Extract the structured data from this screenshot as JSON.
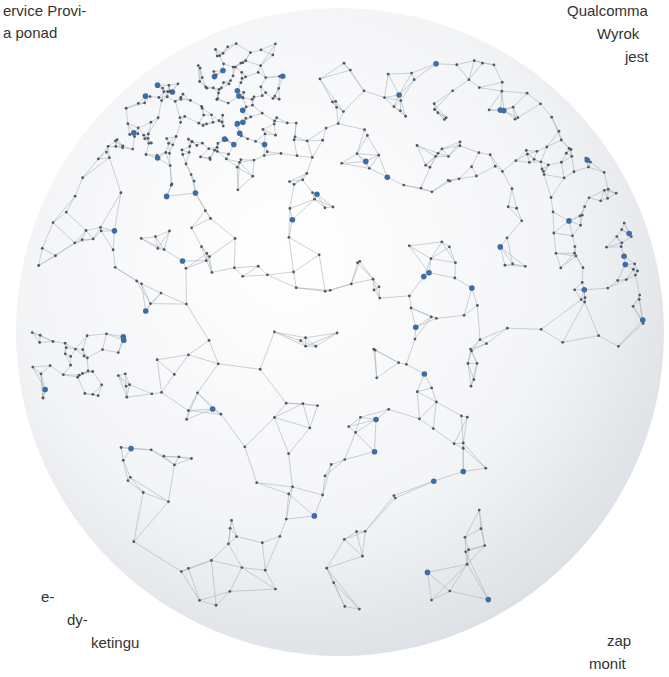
{
  "diagram": {
    "labels": [
      "ervice Provi-",
      "a ponad",
      "Qualcomma",
      "Wyrok",
      "jest",
      "e-",
      "dy-",
      "ketingu",
      "zap",
      "monit"
    ]
  }
}
